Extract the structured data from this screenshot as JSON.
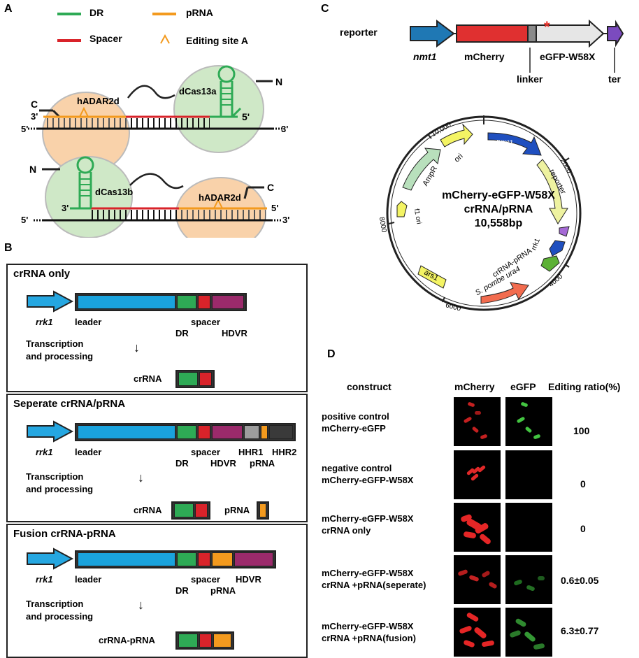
{
  "panels": {
    "a": "A",
    "b": "B",
    "c": "C",
    "d": "D"
  },
  "colors": {
    "dr": "#2eaa55",
    "spacer": "#d9232a",
    "prna": "#f39a1e",
    "promoter": "#25a7e1",
    "leader": "#1aa3dd",
    "hdvr": "#9b2a6b",
    "hhr1": "#9d9d9d",
    "hhr2": "#3a3a3a",
    "adar": "#f9d2aa",
    "cas": "#cfe8c7"
  },
  "panel_a": {
    "legend": {
      "dr": "DR",
      "prna": "pRNA",
      "spacer": "Spacer",
      "editing": "Editing site A"
    },
    "top": {
      "c_term": "C",
      "n_term": "N",
      "adar": "hADAR2d",
      "cas": "dCas13a",
      "rna_3": "3'",
      "rna_5": "5'",
      "dna_5": "5'",
      "dna_3": "3'"
    },
    "bottom": {
      "c_term": "C",
      "n_term": "N",
      "adar": "hADAR2d",
      "cas": "dCas13b",
      "rna_3": "3'",
      "rna_5": "5'",
      "dna_5": "5'",
      "dna_3": "3'"
    }
  },
  "panel_b": {
    "box1": {
      "title": "crRNA only",
      "promoter": "rrk1",
      "leader": "leader",
      "spacer": "spacer",
      "dr": "DR",
      "hdvr": "HDVR",
      "process": "Transcription\nand processing",
      "product": "crRNA"
    },
    "box2": {
      "title": "Seperate crRNA/pRNA",
      "promoter": "rrk1",
      "leader": "leader",
      "spacer": "spacer",
      "dr": "DR",
      "hdvr": "HDVR",
      "hhr1": "HHR1",
      "prna": "pRNA",
      "hhr2": "HHR2",
      "process": "Transcription\nand processing",
      "product1": "crRNA",
      "product2": "pRNA"
    },
    "box3": {
      "title": "Fusion crRNA-pRNA",
      "promoter": "rrk1",
      "leader": "leader",
      "spacer": "spacer",
      "dr": "DR",
      "prna": "pRNA",
      "hdvr": "HDVR",
      "process": "Transcription\nand processing",
      "product": "crRNA-pRNA"
    }
  },
  "panel_c": {
    "reporter_label": "reporter",
    "nmt1": "nmt1",
    "mcherry": "mCherry",
    "egfp": "eGFP-W58X",
    "linker": "linker",
    "ter": "ter",
    "mutation_mark": "*",
    "plasmid": {
      "name_line1": "mCherry-eGFP-W58X",
      "name_line2": "crRNA/pRNA",
      "size": "10,558bp",
      "ticks": [
        "10,000",
        "2000",
        "4000",
        "6000",
        "8000"
      ],
      "features": [
        "nmt1",
        "reporter",
        "rrk1",
        "crRNA-pRNA",
        "S. pombe ura4",
        "ars1",
        "f1 ori",
        "AmpR",
        "ori"
      ]
    }
  },
  "panel_d": {
    "headers": {
      "construct": "construct",
      "mcherry": "mCherry",
      "egfp": "eGFP",
      "ratio": "Editing ratio(%)"
    },
    "rows": [
      {
        "line1": "positive control",
        "line2": "mCherry-eGFP",
        "ratio": "100",
        "green_level": 1.0
      },
      {
        "line1": "negative control",
        "line2": "mCherry-eGFP-W58X",
        "ratio": "0",
        "green_level": 0.0
      },
      {
        "line1": "mCherry-eGFP-W58X",
        "line2": "crRNA only",
        "ratio": "0",
        "green_level": 0.0
      },
      {
        "line1": "mCherry-eGFP-W58X",
        "line2": "crRNA +pRNA(seperate)",
        "ratio": "0.6±0.05",
        "green_level": 0.3
      },
      {
        "line1": "mCherry-eGFP-W58X",
        "line2": "crRNA +pRNA(fusion)",
        "ratio": "6.3±0.77",
        "green_level": 0.6
      }
    ]
  }
}
